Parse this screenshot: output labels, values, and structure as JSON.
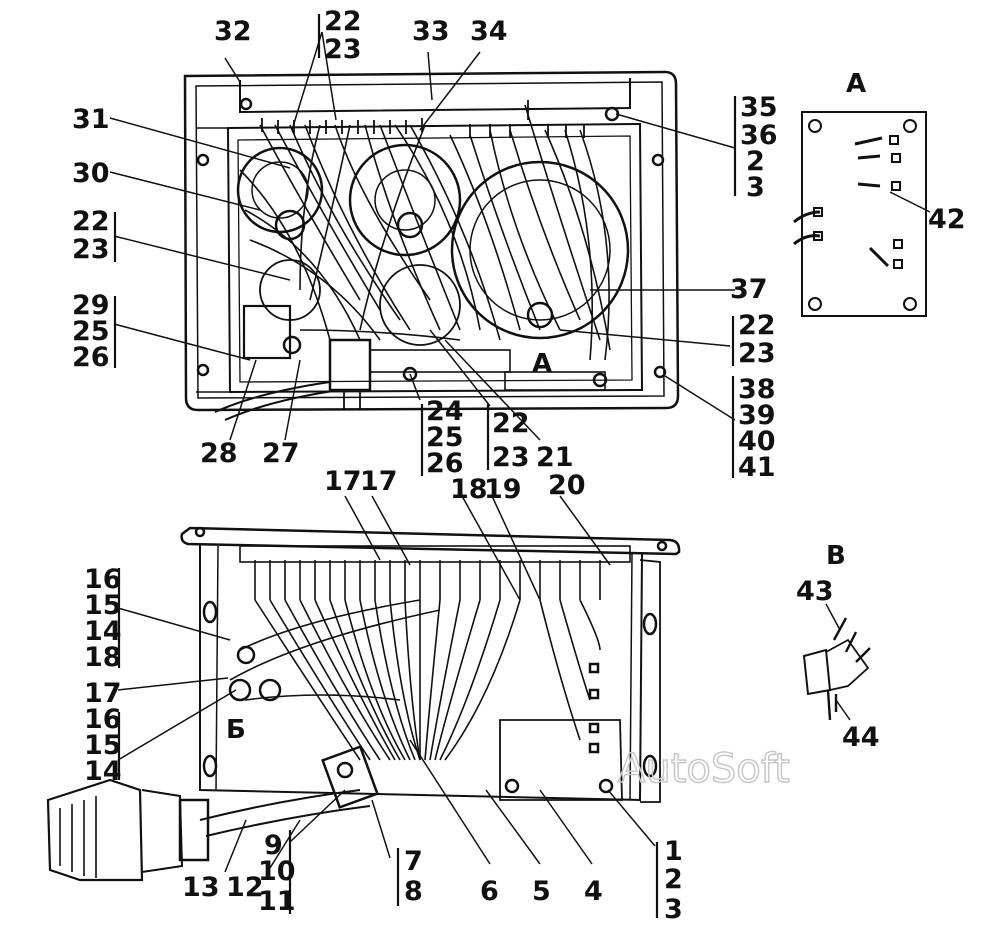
{
  "watermark": "AutoSoft",
  "views": {
    "A": "A",
    "B": "B",
    "section_marker": "Б",
    "inline_a": "А"
  },
  "top_labels": {
    "l32": "32",
    "l22": "22",
    "l23": "23",
    "l33": "33",
    "l34": "34",
    "l31": "31",
    "l30": "30",
    "l22b": "22",
    "l23b": "23",
    "l29": "29",
    "l25": "25",
    "l26": "26",
    "l28": "28",
    "l27": "27",
    "l24c": "24",
    "l25c": "25",
    "l26c": "26",
    "l22c": "22",
    "l23c": "23",
    "l21": "21",
    "l35": "35",
    "l36": "36",
    "l2": "2",
    "l3": "3",
    "l37": "37",
    "l22d": "22",
    "l23d": "23",
    "l38": "38",
    "l39": "39",
    "l40": "40",
    "l41": "41",
    "l42": "42"
  },
  "bottom_labels": {
    "l17a": "17",
    "l17b": "17",
    "l18": "18",
    "l19": "19",
    "l20": "20",
    "l16": "16",
    "l15": "15",
    "l14": "14",
    "l18b": "18",
    "l17c": "17",
    "l16b": "16",
    "l15b": "15",
    "l14b": "14",
    "l13": "13",
    "l12": "12",
    "l9": "9",
    "l10": "10",
    "l11": "11",
    "l7": "7",
    "l8": "8",
    "l6": "6",
    "l5": "5",
    "l4": "4",
    "l1": "1",
    "l2b": "2",
    "l3b": "3",
    "l43": "43",
    "l44": "44"
  },
  "colors": {
    "ink": "#111111",
    "paper": "#ffffff",
    "watermark": "#c8c8c8"
  }
}
